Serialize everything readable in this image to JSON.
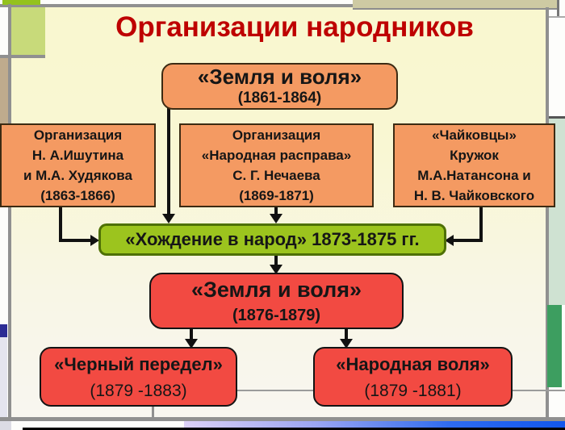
{
  "title": "Организации народников",
  "nodes": {
    "zemlya_volya_1": {
      "line1": "«Земля и воля»",
      "line2": "(1861-1864)"
    },
    "ishutin": {
      "lines": [
        "Организация",
        "Н. А.Ишутина",
        "и М.А. Худякова",
        "(1863-1866)"
      ]
    },
    "rasprava": {
      "lines": [
        "Организация",
        "«Народная расправа»",
        "С. Г. Нечаева",
        "(1869-1871)"
      ]
    },
    "chaikovtsy": {
      "lines": [
        "«Чайковцы»",
        "Кружок",
        "М.А.Натансона и",
        "Н. В. Чайковского"
      ]
    },
    "khozhdenie": {
      "text": "«Хождение в народ» 1873-1875 гг."
    },
    "zemlya_volya_2": {
      "line1": "«Земля и воля»",
      "line2": "(1876-1879)"
    },
    "chernyi_peredel": {
      "line1": "«Черный передел»",
      "line2": "(1879 -1883)"
    },
    "narodnaya_volya": {
      "line1": "«Народная воля»",
      "line2": "(1879 -1881)"
    }
  },
  "colors": {
    "title_red": "#be0000",
    "orange_node": "#f49a62",
    "green_node": "#9cc41e",
    "red_node": "#f24a42",
    "slide_background_top": "#f9f7cf",
    "slide_background_bottom": "#f8f6f0",
    "connector_black": "#111111",
    "frame_gray": "#909090"
  }
}
